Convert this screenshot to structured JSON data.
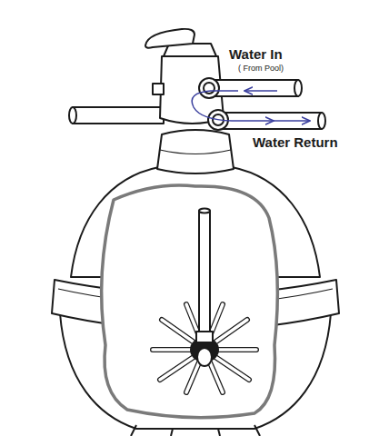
{
  "diagram": {
    "labels": [
      "Water In",
      "( From Pool)",
      "Water Return"
    ]
  }
}
